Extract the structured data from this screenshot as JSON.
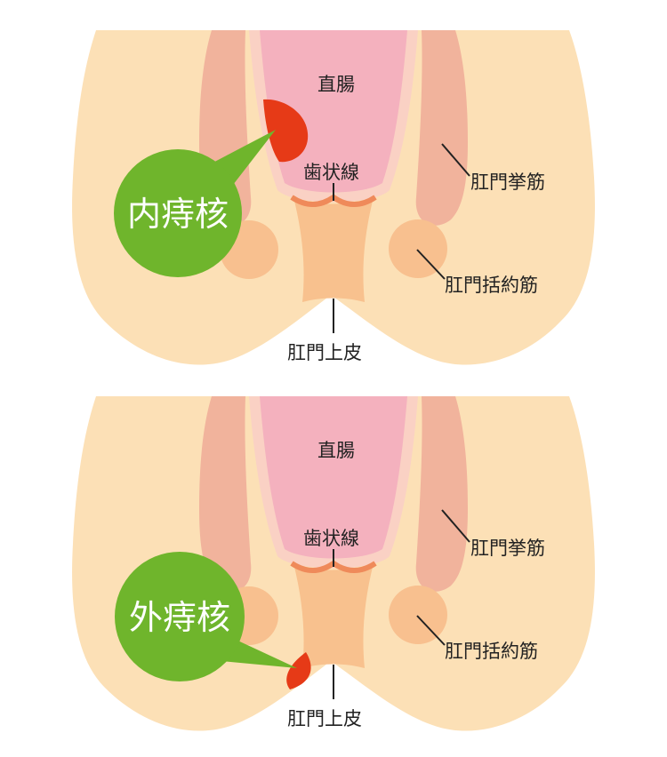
{
  "colors": {
    "skin": "#fce0b6",
    "muscle": "#f1b39c",
    "rectum": "#f4b1be",
    "canal": "#f8c18e",
    "dentate_line": "#ef8a5a",
    "hemorrhoid": "#e63a17",
    "bubble": "#6fb52c",
    "leader": "#222222"
  },
  "panels": [
    {
      "type": "internal",
      "labels": {
        "rectum": "直腸",
        "dentate_line": "歯状線",
        "levator": "肛門挙筋",
        "sphincter": "肛門括約筋",
        "anoderm": "肛門上皮",
        "bubble": "内痔核"
      }
    },
    {
      "type": "external",
      "labels": {
        "rectum": "直腸",
        "dentate_line": "歯状線",
        "levator": "肛門挙筋",
        "sphincter": "肛門括約筋",
        "anoderm": "肛門上皮",
        "bubble": "外痔核"
      }
    }
  ]
}
